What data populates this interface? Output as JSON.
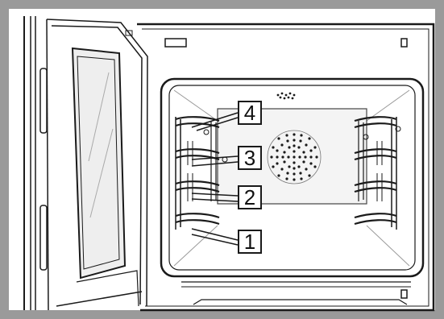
{
  "shelf_labels": {
    "level_4": "4",
    "level_3": "3",
    "level_2": "2",
    "level_1": "1"
  },
  "colors": {
    "frame": "#9a9a9a",
    "line": "#1a1a1a",
    "cavity_grey": "#c9c9c9",
    "glass": "#e6e6e6",
    "background": "#ffffff"
  }
}
